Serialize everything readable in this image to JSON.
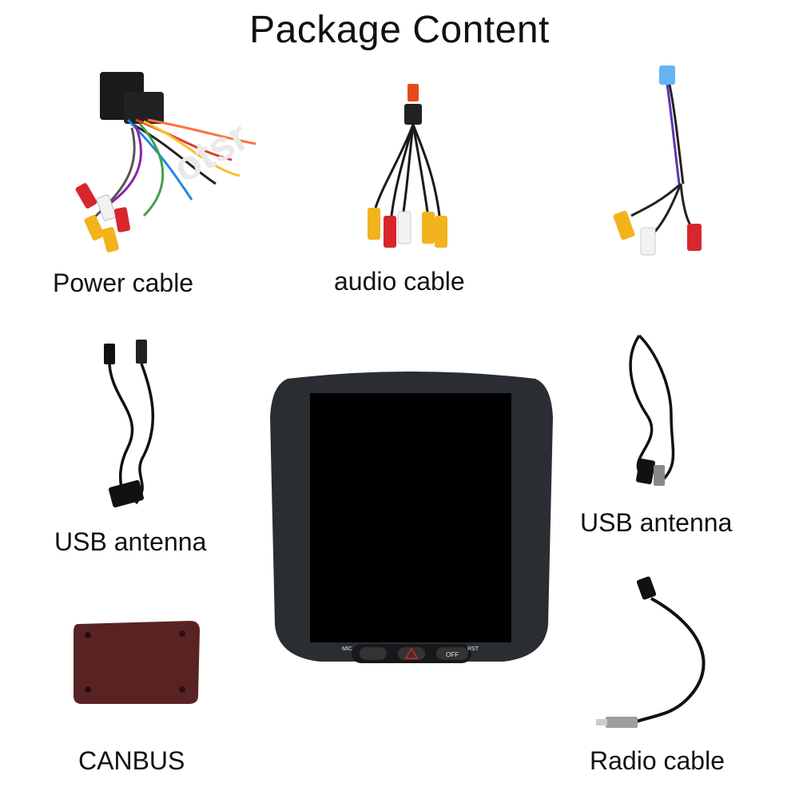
{
  "title": "Package Content",
  "items": {
    "power_cable": "Power cable",
    "audio_cable": "audio cable",
    "usb_antenna_left": "USB antenna",
    "usb_antenna_right": "USB antenna",
    "canbus": "CANBUS",
    "radio_cable": "Radio cable"
  },
  "head_unit": {
    "buttons": {
      "mic": "MIC",
      "rst": "RST",
      "off": "OFF"
    }
  },
  "colors": {
    "rca_red": "#d8262c",
    "rca_yellow": "#f2b31c",
    "rca_white": "#f2f2f2",
    "unit_body": "#2a2e33",
    "screen": "#000000",
    "canbus_box": "#5a2323"
  }
}
